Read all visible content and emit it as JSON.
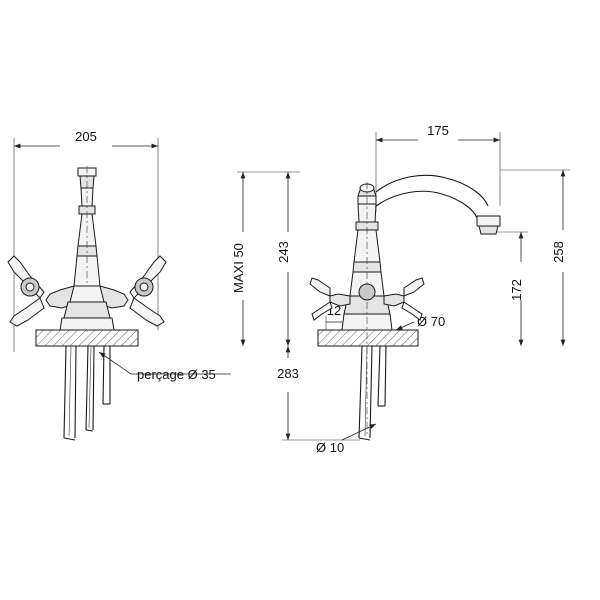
{
  "drawing": {
    "title": "Technical dimension drawing of a two-handle basin mixer tap",
    "views": [
      {
        "name": "front-view",
        "label": ""
      },
      {
        "name": "side-view",
        "label": ""
      }
    ]
  },
  "dimensions": {
    "front_width": "205",
    "drill_note": "perçage Ø 35",
    "maxi_label": "MAXI 50",
    "spout_reach": "175",
    "body_height": "243",
    "total_height": "258",
    "spout_height": "172",
    "handle_offset": "12",
    "base_diameter": "Ø 70",
    "tail_length": "283",
    "tail_diameter": "Ø 10"
  },
  "colors": {
    "line": "#1a1a1a",
    "dimension_line": "#222222",
    "background": "#ffffff",
    "fill_light": "#f4f4f4",
    "fill_mid": "#e4e4e4",
    "fill_dark": "#c9c9c9"
  }
}
